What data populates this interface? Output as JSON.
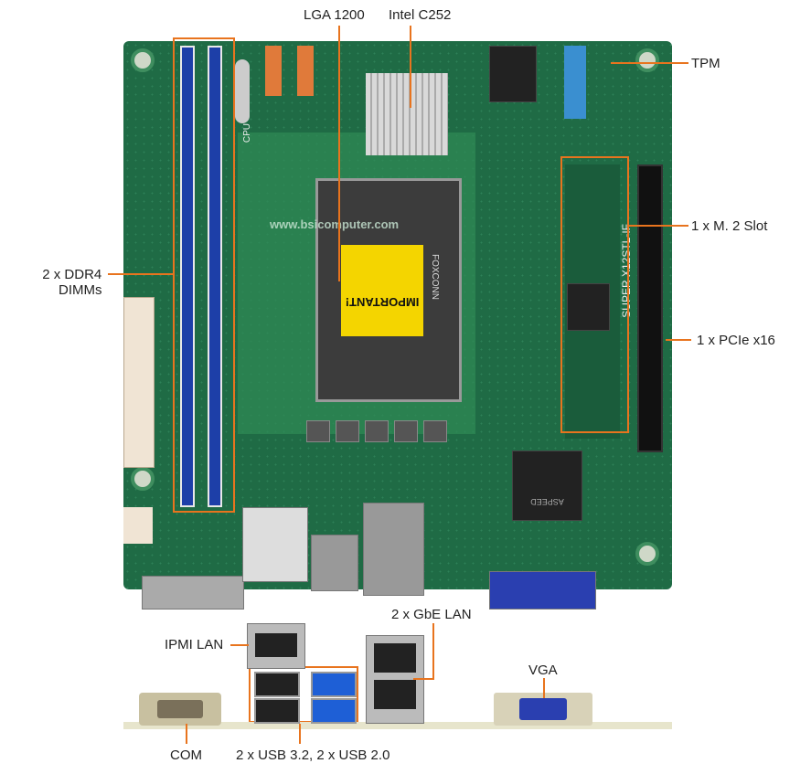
{
  "watermark": "www.bsicomputer.com",
  "labels": {
    "cpu_socket": "LGA 1200",
    "chipset": "Intel C252",
    "tpm": "TPM",
    "m2": "1 x M. 2 Slot",
    "pcie": "1 x PCIe x16",
    "dimm_line1": "2 x DDR4",
    "dimm_line2": "DIMMs",
    "ipmi_lan": "IPMI LAN",
    "gbe_lan": "2 x GbE LAN",
    "vga": "VGA",
    "com": "COM",
    "usb": "2 x USB 3.2, 2 x USB 2.0"
  },
  "board_text": {
    "model": "X12STL-IF",
    "brand": "SUPER",
    "socket_brand": "FOXCONN",
    "cpu": "CPU",
    "bmc": "ASPEED",
    "sticker_title": "IMPORTANT!"
  },
  "colors": {
    "accent": "#e8741e",
    "pcb": "#1f6b45",
    "dimm": "#1d3fa8",
    "usb3": "#1e5fd6",
    "vga": "#2a3fb0"
  }
}
